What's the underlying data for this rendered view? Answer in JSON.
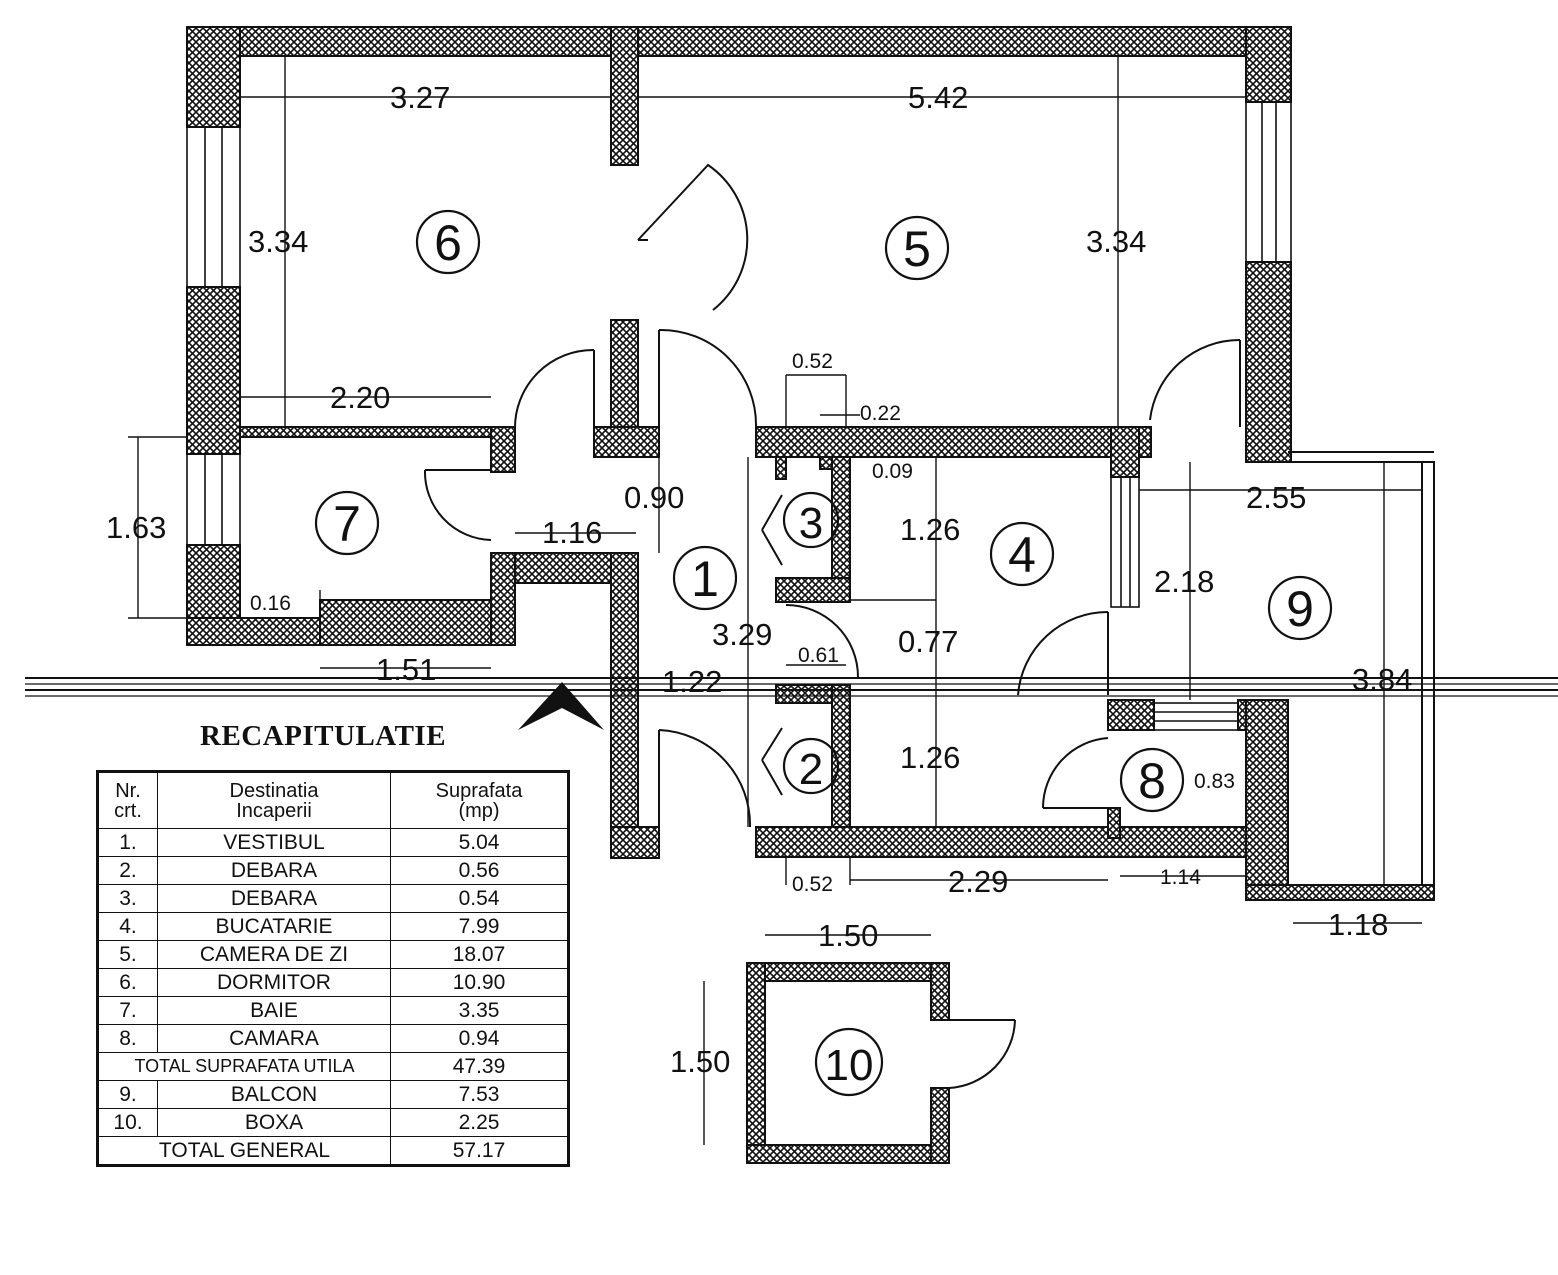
{
  "rooms": [
    {
      "id": "1",
      "name": "VESTIBUL",
      "area": "5.04"
    },
    {
      "id": "2",
      "name": "DEBARA",
      "area": "0.56"
    },
    {
      "id": "3",
      "name": "DEBARA",
      "area": "0.54"
    },
    {
      "id": "4",
      "name": "BUCATARIE",
      "area": "7.99"
    },
    {
      "id": "5",
      "name": "CAMERA DE ZI",
      "area": "18.07"
    },
    {
      "id": "6",
      "name": "DORMITOR",
      "area": "10.90"
    },
    {
      "id": "7",
      "name": "BAIE",
      "area": "3.35"
    },
    {
      "id": "8",
      "name": "CAMARA",
      "area": "0.94"
    },
    {
      "id": "9",
      "name": "BALCON",
      "area": "7.53"
    },
    {
      "id": "10",
      "name": "BOXA",
      "area": "2.25"
    }
  ],
  "dimensions": {
    "d_3_27": "3.27",
    "d_5_42": "5.42",
    "d_3_34_left": "3.34",
    "d_3_34_right": "3.34",
    "d_2_20": "2.20",
    "d_0_52_top": "0.52",
    "d_0_22": "0.22",
    "d_0_09": "0.09",
    "d_1_63": "1.63",
    "d_0_90": "0.90",
    "d_1_16": "1.16",
    "d_1_26_top": "1.26",
    "d_2_55": "2.55",
    "d_2_18": "2.18",
    "d_3_29": "3.29",
    "d_0_61": "0.61",
    "d_0_77": "0.77",
    "d_0_16": "0.16",
    "d_1_51": "1.51",
    "d_1_22": "1.22",
    "d_3_84": "3.84",
    "d_1_26_bottom": "1.26",
    "d_0_83": "0.83",
    "d_0_52_bottom": "0.52",
    "d_2_29": "2.29",
    "d_1_14": "1.14",
    "d_1_18": "1.18",
    "d_1_50_h": "1.50",
    "d_1_50_v": "1.50"
  },
  "recap": {
    "title": "RECAPITULATIE",
    "header_nr_line1": "Nr.",
    "header_nr_line2": "crt.",
    "header_dest_line1": "Destinatia",
    "header_dest_line2": "Incaperii",
    "header_area_line1": "Suprafata",
    "header_area_line2": "(mp)",
    "rows": [
      {
        "nr": "1.",
        "dest": "VESTIBUL",
        "area": "5.04"
      },
      {
        "nr": "2.",
        "dest": "DEBARA",
        "area": "0.56"
      },
      {
        "nr": "3.",
        "dest": "DEBARA",
        "area": "0.54"
      },
      {
        "nr": "4.",
        "dest": "BUCATARIE",
        "area": "7.99"
      },
      {
        "nr": "5.",
        "dest": "CAMERA DE ZI",
        "area": "18.07"
      },
      {
        "nr": "6.",
        "dest": "DORMITOR",
        "area": "10.90"
      },
      {
        "nr": "7.",
        "dest": "BAIE",
        "area": "3.35"
      },
      {
        "nr": "8.",
        "dest": "CAMARA",
        "area": "0.94"
      }
    ],
    "total_util_label": "TOTAL SUPRAFATA UTILA",
    "total_util_value": "47.39",
    "extra_rows": [
      {
        "nr": "9.",
        "dest": "BALCON",
        "area": "7.53"
      },
      {
        "nr": "10.",
        "dest": "BOXA",
        "area": "2.25"
      }
    ],
    "total_general_label": "TOTAL GENERAL",
    "total_general_value": "57.17"
  },
  "colors": {
    "ink": "#111111",
    "paper": "#ffffff"
  }
}
